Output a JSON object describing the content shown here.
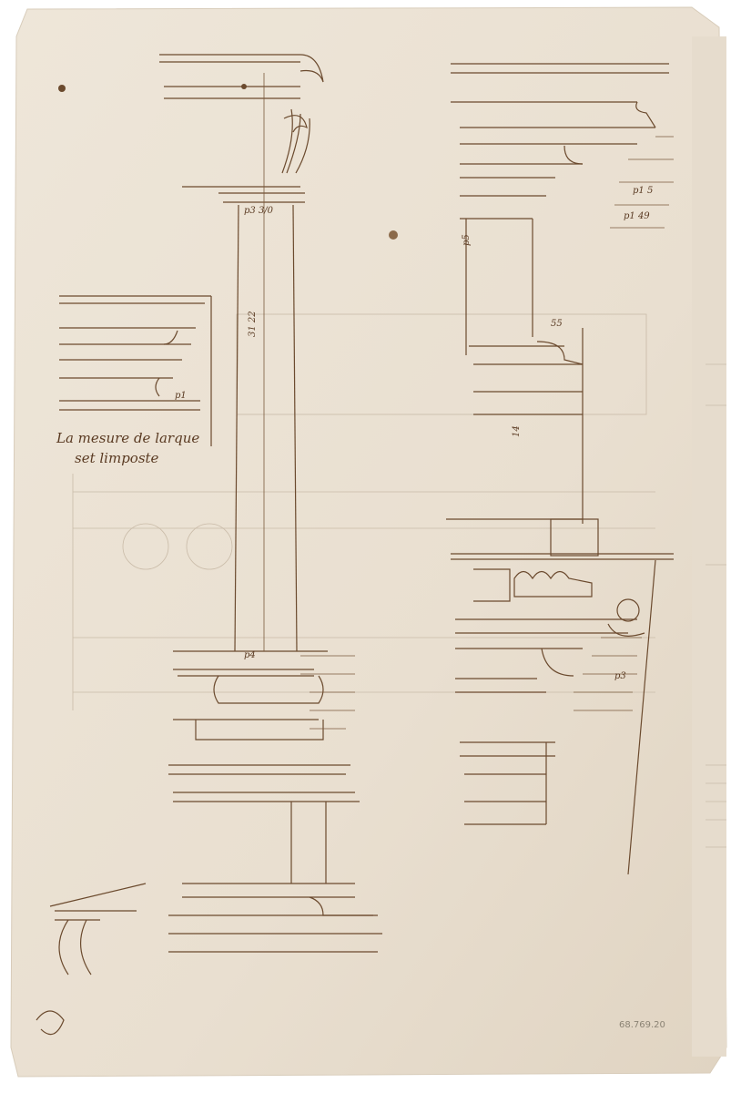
{
  "artwork": {
    "inscription_lines": [
      "La mesure de larque",
      "set limposte"
    ],
    "accession_mark": "68.769.20",
    "measure_labels": [
      "p3 3/0",
      "31 22",
      "p4",
      "p1",
      "p1 5",
      "p1 49",
      "55",
      "14",
      "p3",
      "p5"
    ],
    "colors": {
      "paper": "#ece3d6",
      "ink": "#6b4a2e"
    }
  }
}
